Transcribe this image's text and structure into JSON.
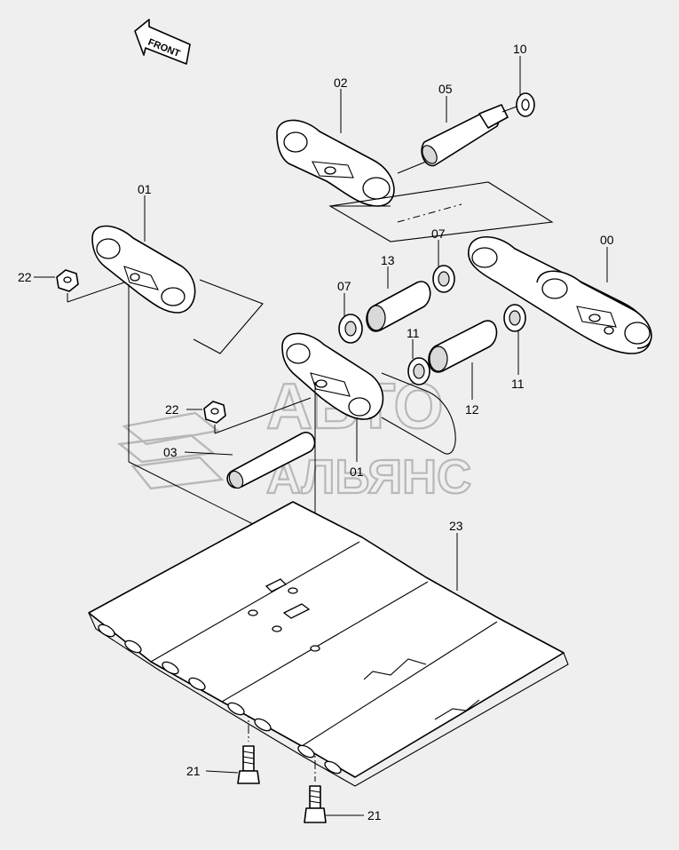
{
  "direction_arrow": {
    "label": "FRONT"
  },
  "watermark": {
    "line1": "АВТО",
    "line2": "АЛЬЯНС"
  },
  "callouts": [
    {
      "id": "c-10a",
      "label": "10"
    },
    {
      "id": "c-02",
      "label": "02"
    },
    {
      "id": "c-05",
      "label": "05"
    },
    {
      "id": "c-01a",
      "label": "01"
    },
    {
      "id": "c-22a",
      "label": "22"
    },
    {
      "id": "c-07a",
      "label": "07"
    },
    {
      "id": "c-00",
      "label": "00"
    },
    {
      "id": "c-13",
      "label": "13"
    },
    {
      "id": "c-07b",
      "label": "07"
    },
    {
      "id": "c-11a",
      "label": "11"
    },
    {
      "id": "c-11b",
      "label": "11"
    },
    {
      "id": "c-12",
      "label": "12"
    },
    {
      "id": "c-22b",
      "label": "22"
    },
    {
      "id": "c-03",
      "label": "03"
    },
    {
      "id": "c-01b",
      "label": "01"
    },
    {
      "id": "c-23",
      "label": "23"
    },
    {
      "id": "c-21a",
      "label": "21"
    },
    {
      "id": "c-21b",
      "label": "21"
    }
  ]
}
